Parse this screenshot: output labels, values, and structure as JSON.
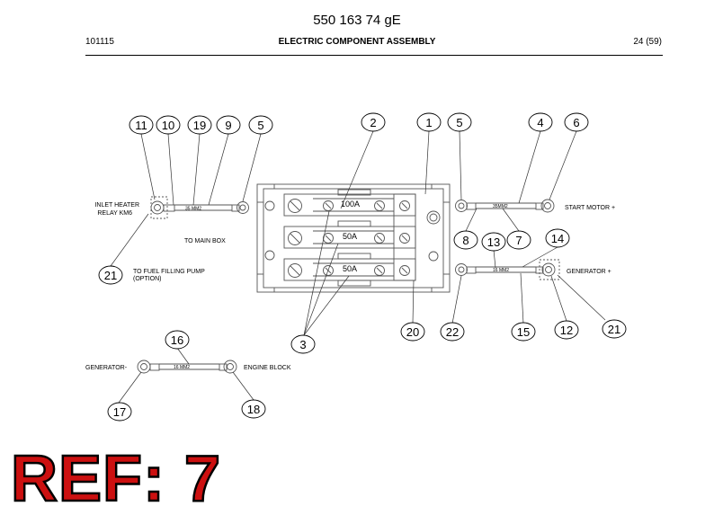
{
  "header": {
    "doc_number": "550 163 74 gE",
    "date_code": "101115",
    "title": "ELECTRIC COMPONENT ASSEMBLY",
    "page": "24 (59)"
  },
  "callouts": [
    "11",
    "10",
    "19",
    "9",
    "5",
    "2",
    "1",
    "5",
    "4",
    "6",
    "21",
    "8",
    "13",
    "7",
    "14",
    "22",
    "15",
    "12",
    "21",
    "20",
    "3",
    "16",
    "17",
    "18"
  ],
  "fuses": [
    "100A",
    "50A",
    "50A"
  ],
  "cable_labels": [
    "35 MM2",
    "35MM2",
    "16 MM2",
    "16 MM2"
  ],
  "text_labels": {
    "inlet_heater_1": "INLET HEATER",
    "inlet_heater_2": "RELAY KM6",
    "to_main_box": "TO MAIN BOX",
    "fuel_pump_1": "TO FUEL FILLING PUMP",
    "fuel_pump_2": "(OPTION)",
    "start_motor": "START MOTOR +",
    "generator_plus": "GENERATOR +",
    "generator_minus": "GENERATOR-",
    "engine_block": "ENGINE BLOCK"
  },
  "ref_label": "REF: 7"
}
